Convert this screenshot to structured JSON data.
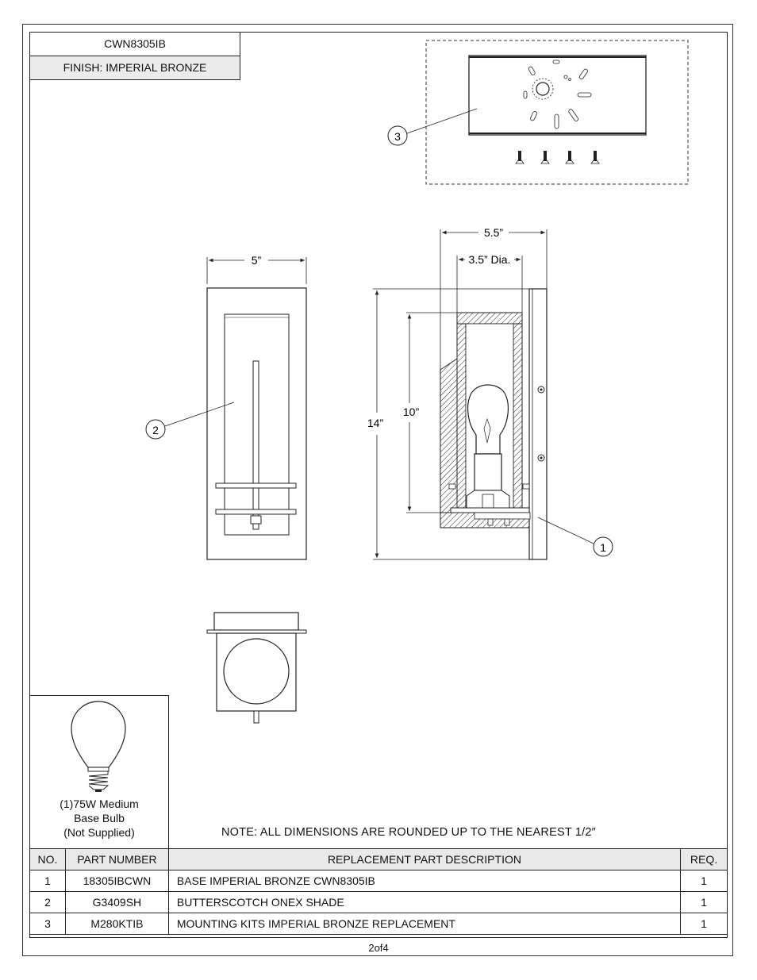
{
  "header": {
    "model": "CWN8305IB",
    "finish": "FINISH: IMPERIAL BRONZE"
  },
  "dimensions": {
    "front_width": "5”",
    "depth": "5.5”",
    "shade_dia": "3.5” Dia.",
    "height": "14”",
    "shade_height": "10”"
  },
  "callouts": [
    "1",
    "2",
    "3"
  ],
  "bulb": {
    "line1": "(1)75W Medium",
    "line2": "Base Bulb",
    "line3": "(Not Supplied)"
  },
  "note": "NOTE:  ALL DIMENSIONS ARE ROUNDED UP TO THE NEAREST  1/2″",
  "table": {
    "headers": [
      "NO.",
      "PART NUMBER",
      "REPLACEMENT PART DESCRIPTION",
      "REQ."
    ],
    "rows": [
      {
        "no": "1",
        "part": "18305IBCWN",
        "desc": "BASE IMPERIAL BRONZE CWN8305IB",
        "req": "1"
      },
      {
        "no": "2",
        "part": "G3409SH",
        "desc": "BUTTERSCOTCH ONEX SHADE",
        "req": "1"
      },
      {
        "no": "3",
        "part": "M280KTIB",
        "desc": "MOUNTING KITS IMPERIAL BRONZE REPLACEMENT",
        "req": "1"
      }
    ]
  },
  "footer": {
    "page": "2of4"
  }
}
